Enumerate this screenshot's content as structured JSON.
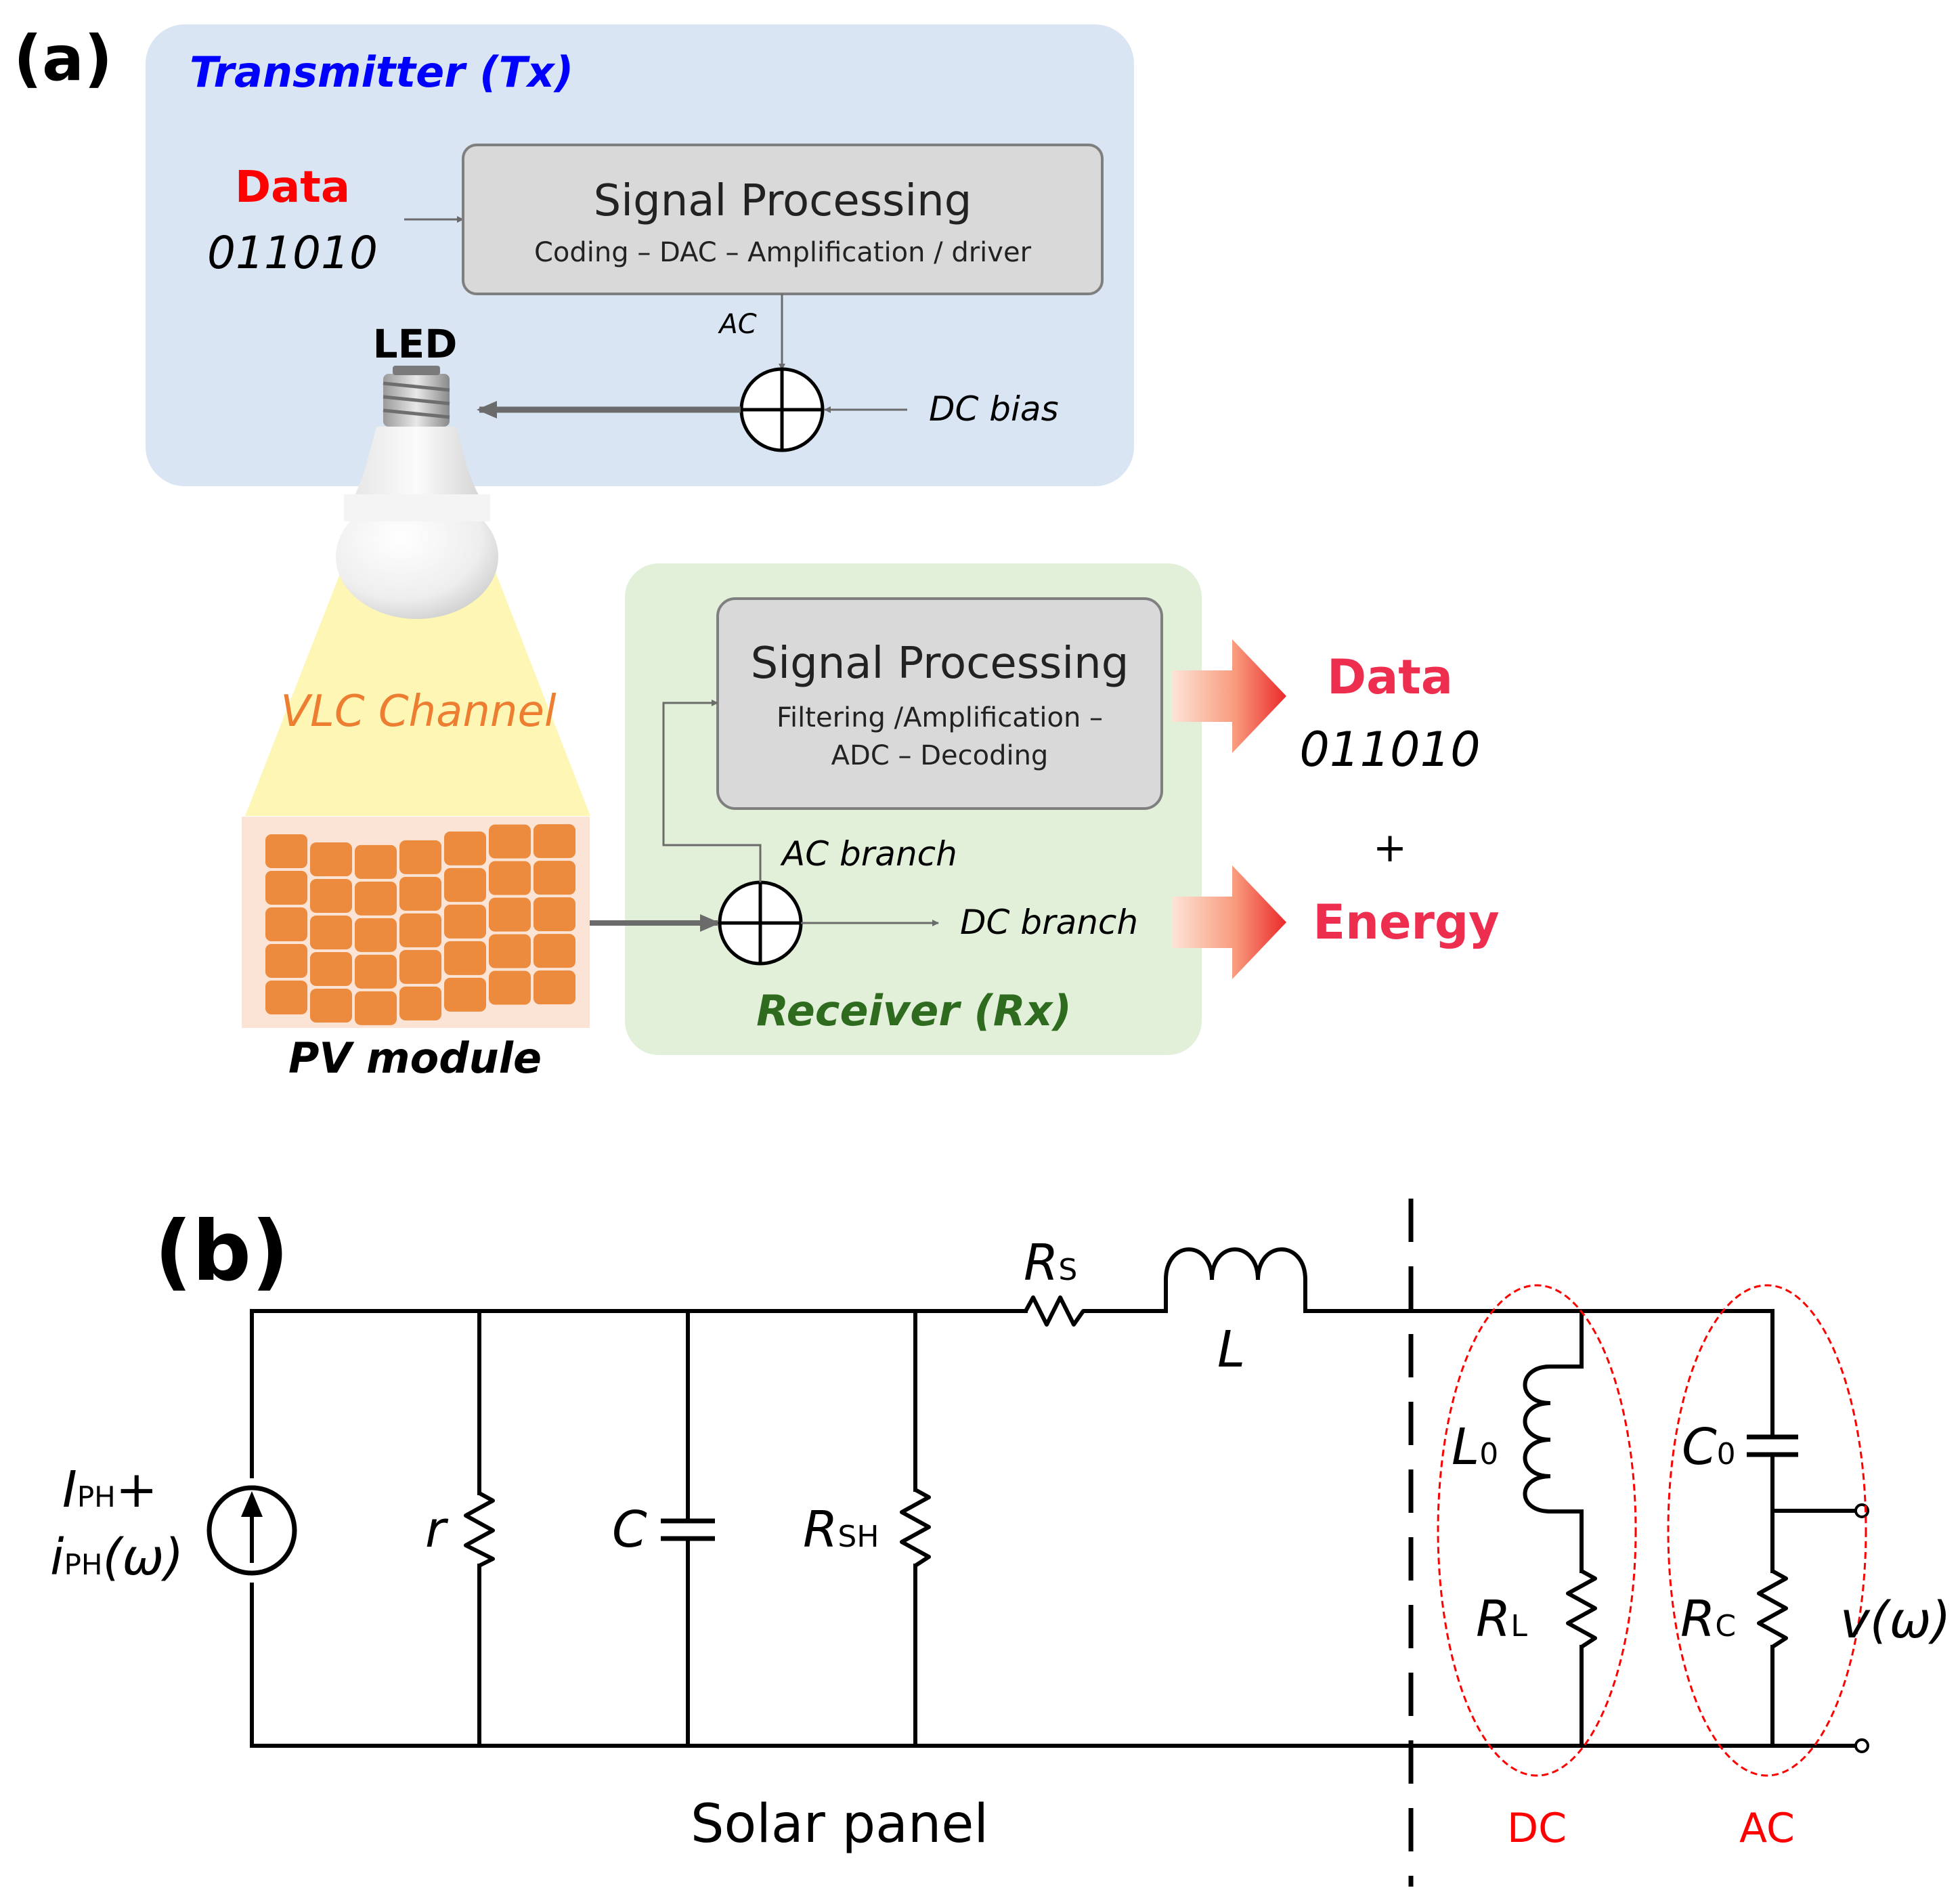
{
  "panel_a": {
    "label": "(a)",
    "transmitter": {
      "title": "Transmitter (Tx)",
      "data_label": "Data",
      "data_bits": "011010",
      "sp_title": "Signal Processing",
      "sp_sub": "Coding – DAC –  Amplification / driver",
      "ac_label": "AC",
      "dc_bias_label": "DC bias",
      "led_label": "LED"
    },
    "channel_label": "VLC Channel",
    "pv_label": "PV module",
    "receiver": {
      "title": "Receiver (Rx)",
      "sp_title": "Signal Processing",
      "sp_sub1": "Filtering /Amplification –",
      "sp_sub2": "ADC – Decoding",
      "ac_branch": "AC branch",
      "dc_branch": "DC branch"
    },
    "outputs": {
      "data_label": "Data",
      "data_bits": "011010",
      "plus": "+",
      "energy_label": "Energy"
    },
    "colors": {
      "tx_bg": "#dae5f4",
      "rx_bg": "#e2f0da",
      "tx_title": "#0000ff",
      "rx_title": "#2e6b1e",
      "red": "#ff0000",
      "crimson": "#ee2e4e",
      "orange": "#ed7d31",
      "channel": "#fdf6b4"
    }
  },
  "panel_b": {
    "label": "(b)",
    "source_label_1": "I",
    "source_sub_1": "PH",
    "source_plus": "+",
    "source_label_2": "i",
    "source_sub_2": "PH",
    "source_arg": "(ω)",
    "r_label": "r",
    "c_label": "C",
    "rsh_label": "R",
    "rsh_sub": "SH",
    "rs_label": "R",
    "rs_sub": "S",
    "l_label": "L",
    "l0_label": "L",
    "l0_sub": "0",
    "rl_label": "R",
    "rl_sub": "L",
    "c0_label": "C",
    "c0_sub": "0",
    "rc_label": "R",
    "rc_sub": "C",
    "v_label": "v(ω)",
    "solar_panel": "Solar panel",
    "dc_tag": "DC",
    "ac_tag": "AC"
  }
}
